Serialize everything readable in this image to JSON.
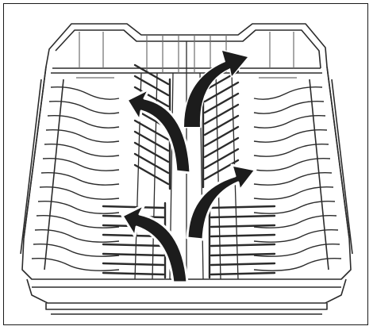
{
  "figure": {
    "subject": "dishwasher-lower-rack",
    "arrow_count": 4,
    "tine_rows_folding": 4,
    "colors": {
      "wire": "#2b2b2b",
      "wire_light": "#6e6e6e",
      "arrow_fill": "#1c1c1c",
      "arrow_outline": "#ffffff",
      "background": "#ffffff",
      "frame": "#1a1a1a"
    }
  }
}
